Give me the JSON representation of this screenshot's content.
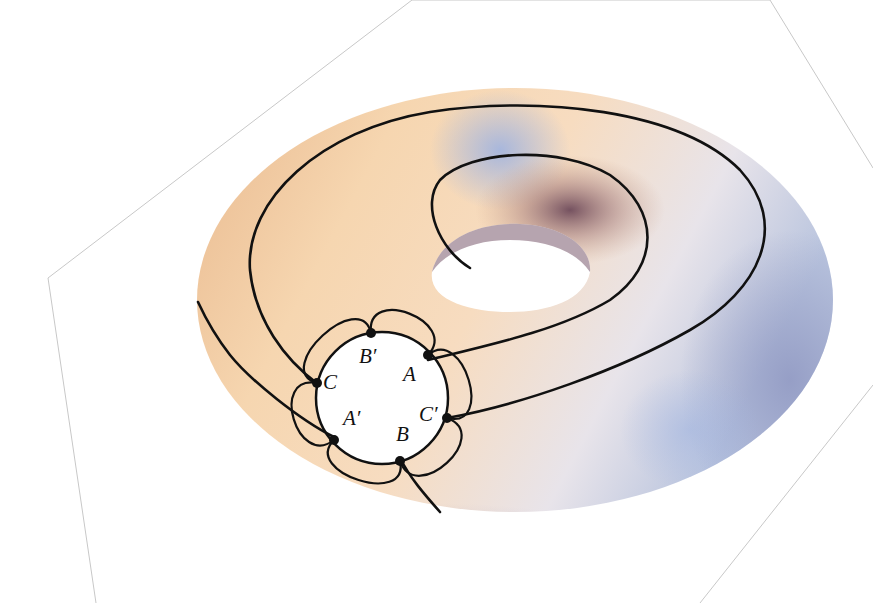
{
  "diagram": {
    "labels": [
      "C",
      "B′",
      "A",
      "C′",
      "B",
      "A′"
    ]
  }
}
